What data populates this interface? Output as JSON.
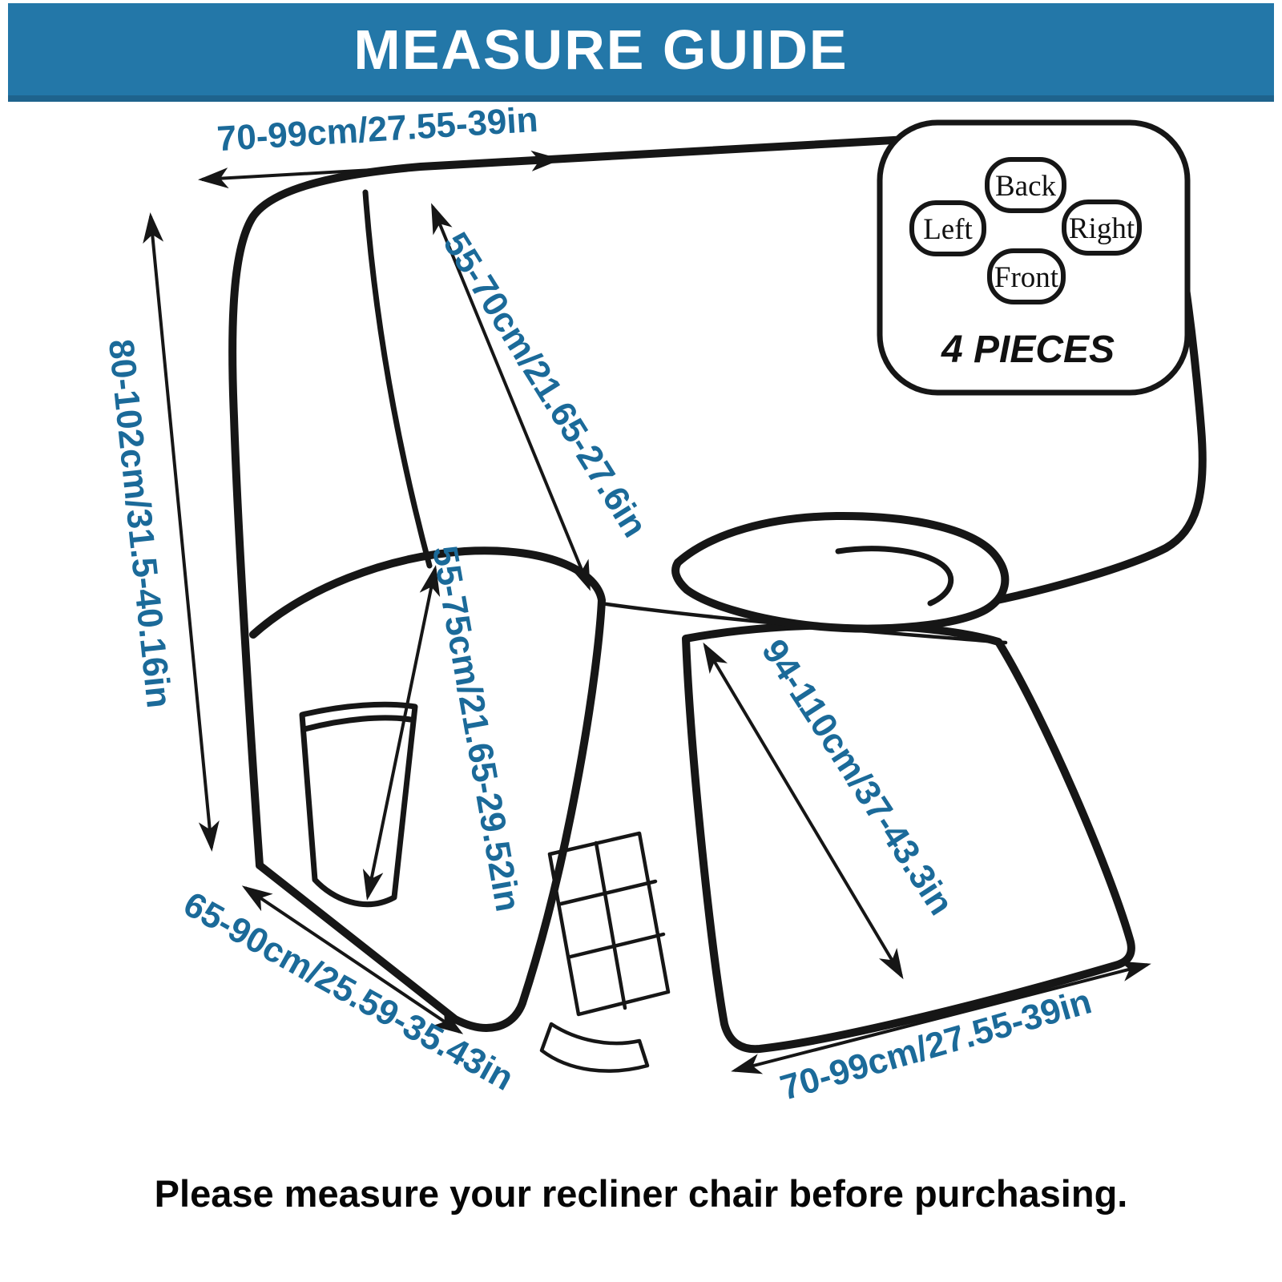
{
  "header": {
    "title": "MEASURE GUIDE"
  },
  "pieces_panel": {
    "back": "Back",
    "left": "Left",
    "right": "Right",
    "front": "Front",
    "count": "4 PIECES"
  },
  "measurements": {
    "top_width": "70-99cm/27.55-39in",
    "back_height": "80-102cm/31.5-40.16in",
    "backrest_diagonal": "55-70cm/21.65-27.6in",
    "seat_back_height": "55-75cm/21.65-29.52in",
    "base_depth": "65-90cm/25.59-35.43in",
    "recliner_length": "94-110cm/37-43.3in",
    "footrest_width": "70-99cm/27.55-39in"
  },
  "footer": {
    "note": "Please measure your recliner chair before purchasing."
  },
  "colors": {
    "header_bg": "#2377a8",
    "label_text": "#1b6a99",
    "line": "#161616"
  }
}
